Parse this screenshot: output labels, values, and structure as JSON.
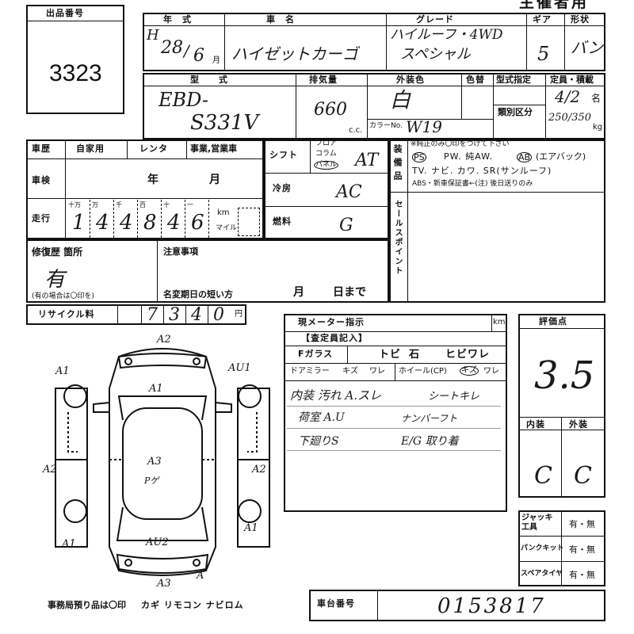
{
  "header": {
    "lot_label": "出品番号",
    "lot_number": "3323",
    "subtitle": "主催者用",
    "col_year": "年　式",
    "col_model": "車　名",
    "col_grade": "グレード",
    "col_gear": "ギア",
    "col_shape": "形状"
  },
  "vehicle": {
    "era": "H",
    "year": "28",
    "month": "6",
    "month_unit": "月",
    "name": "ハイゼットカーゴ",
    "grade_line1": "ハイルーフ・4WD",
    "grade_line2": "スペシャル",
    "gears": "5",
    "shape": "バン"
  },
  "spec": {
    "type_label": "型　　式",
    "type_line1": "EBD-",
    "type_line2": "S331V",
    "displacement_label": "排気量",
    "displacement": "660",
    "cc": "c.c.",
    "exterior_label": "外装色",
    "exterior_color": "白",
    "repaint_label": "色替",
    "color_no_label": "カラーNo.",
    "color_no": "W19",
    "designation_label": "型式指定",
    "category_label": "類別区分",
    "capacity_label": "定員・積載",
    "capacity": "4/2",
    "capacity_unit": "名",
    "load": "250/350",
    "load_unit": "kg"
  },
  "history": {
    "history_label": "車歴",
    "private": "自家用",
    "rental": "レンタ",
    "business": "事業,営業車",
    "inspection_label": "車検",
    "year_unit": "年",
    "month_unit": "月",
    "mileage_label": "走行",
    "digit_units": [
      "十万",
      "万",
      "千",
      "百",
      "十",
      "一"
    ],
    "mileage_digits": [
      "1",
      "4",
      "4",
      "8",
      "4",
      "6"
    ],
    "km": "km",
    "mile": "マイル"
  },
  "drive": {
    "shift_label": "シフト",
    "shift_options": [
      "フロア",
      "コラム",
      "パネル"
    ],
    "shift": "AT",
    "ac_label": "冷房",
    "ac": "AC",
    "fuel_label": "燃料",
    "fuel": "G"
  },
  "equipment": {
    "label": "装備品",
    "note": "※純正のみ〇印をつけて下さい",
    "row1_ps": "PS",
    "row1_rest": "PW. 純AW.",
    "row1_ab": "AB",
    "row1_ab_text": "(エアバック)",
    "row2": "TV. ナビ. カワ. SR(サンルーフ)",
    "row3": "ABS・新車保証書←(注) 後日送りのみ",
    "sales_point_label": "セールスポイント"
  },
  "repair": {
    "label": "修復歴 箇所",
    "value": "有",
    "note": "(有の場合は〇印を)",
    "caution_label": "注意事項",
    "short_change_label": "名変期日の短い方",
    "month": "月",
    "day_until": "日まで",
    "recycle_label": "リサイクル料",
    "recycle_digits": [
      "7",
      "3",
      "4",
      "0"
    ],
    "yen": "円"
  },
  "inspection": {
    "meter_label": "現メーター指示",
    "km": "km",
    "inspector_label": "【査定員記入】",
    "glass_label": "Fガラス",
    "glass_tobi": "トビ",
    "glass_ishi": "石",
    "glass_crack": "ヒビワレ",
    "mirror_label": "ドアミラー",
    "mirror_kizu": "キズ",
    "mirror_ware": "ワレ",
    "wheel_label": "ホイール(CP)",
    "wheel_kizu": "キズ",
    "wheel_ware": "ワレ",
    "note1a": "内装 汚れ A.スレ",
    "note1b": "シートキレ",
    "note2a": "荷室 A.U",
    "note2b": "ナンバーフト",
    "note3a": "下廻りS",
    "note3b": "E/G 取り着"
  },
  "score": {
    "label": "評価点",
    "value": "3.5",
    "interior_label": "内装",
    "exterior_label": "外装",
    "interior": "C",
    "exterior": "C",
    "jack_label": "ジャッキ工具",
    "puncture_label": "パンクキット",
    "spare_label": "スペアタイヤ",
    "yes_no": "有・無"
  },
  "diagram": {
    "marks": [
      "A2",
      "A1",
      "AU1",
      "A1",
      "A3",
      "Pゲ",
      "A2",
      "A2",
      "A1",
      "A1",
      "AU2",
      "A",
      "A3"
    ]
  },
  "footer": {
    "deposit": "事務局預り品は〇印",
    "items": "カギ リモコン ナビロム",
    "chassis_label": "車台番号",
    "chassis_no": "0153817"
  }
}
